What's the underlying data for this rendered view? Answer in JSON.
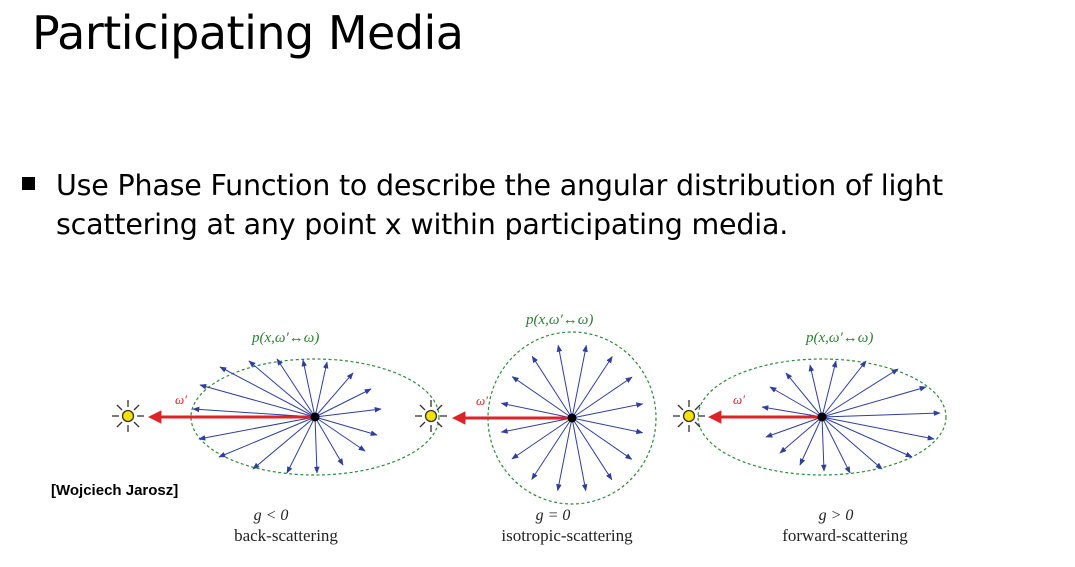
{
  "slide": {
    "title": "Participating Media",
    "bullet_line1": "Use Phase Function to describe the angular distribution of light",
    "bullet_line2": "scattering at any point x within participating media."
  },
  "figure": {
    "credit": "[Wojciech Jarosz]",
    "panels": [
      {
        "phase_label": "p(x,ω′↔ω)",
        "g_label": "g < 0",
        "caption": "back-scattering"
      },
      {
        "phase_label": "p(x,ω′↔ω)",
        "g_label": "g = 0",
        "caption": "isotropic-scattering"
      },
      {
        "phase_label": "p(x,ω′↔ω)",
        "g_label": "g > 0",
        "caption": "forward-scattering"
      }
    ],
    "incoming_label": "ω′"
  },
  "colors": {
    "arrow_red": "#d9242a",
    "ray_blue": "#2f3f9a",
    "ellipse_green": "#2e8b3a",
    "label_green": "#2e7d32",
    "light_yellow": "#f2e400"
  }
}
